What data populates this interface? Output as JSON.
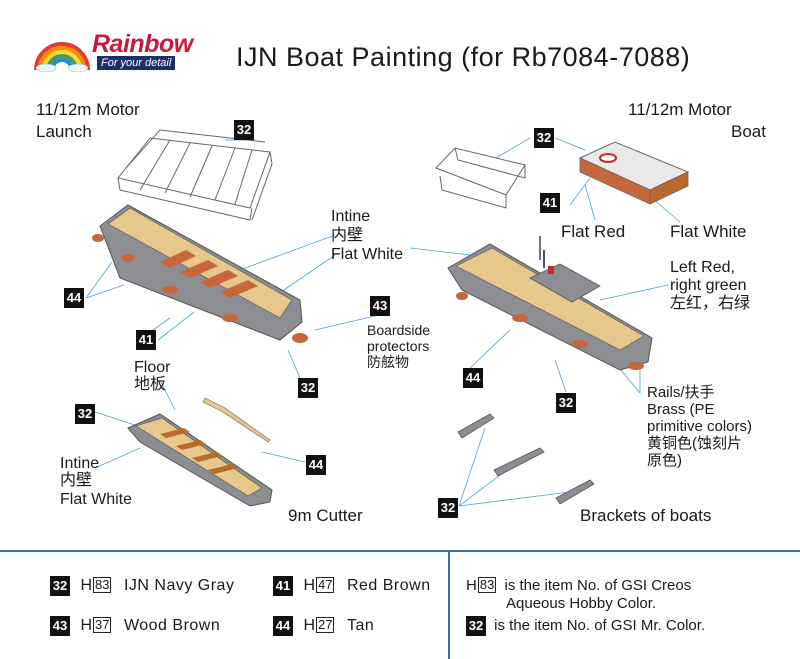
{
  "header": {
    "logo_word": "Rainbow",
    "logo_tagline": "For your detail",
    "title": "IJN Boat Painting (for Rb7084-7088)"
  },
  "boats": {
    "launch": {
      "title_1": "11/12m Motor",
      "title_2": "Launch"
    },
    "motor_boat": {
      "title_1": "11/12m Motor",
      "title_2": "Boat"
    },
    "cutter": {
      "title": "9m Cutter"
    },
    "brackets": {
      "title": "Brackets of boats"
    }
  },
  "callouts": {
    "intine_1": "Intine",
    "intine_1_cn": "内壁",
    "flat_white_1": "Flat White",
    "flat_red": "Flat Red",
    "flat_white_2": "Flat White",
    "left_red": "Left Red,",
    "right_green": "right green",
    "left_right_cn": "左红，右绿",
    "boardside_1": "Boardside",
    "boardside_2": "protectors",
    "boardside_cn": "防舷物",
    "floor": "Floor",
    "floor_cn": "地板",
    "intine_2": "Intine",
    "intine_2_cn": "内壁",
    "flat_white_3": "Flat White",
    "rails_1": "Rails/扶手",
    "rails_2": "Brass (PE",
    "rails_3": "primitive colors)",
    "rails_cn_1": "黄铜色(蚀刻片",
    "rails_cn_2": "原色)"
  },
  "badges": {
    "b32": "32",
    "b41": "41",
    "b43": "43",
    "b44": "44"
  },
  "legend": {
    "rows": [
      {
        "num": "32",
        "h": "83",
        "name": "IJN Navy Gray"
      },
      {
        "num": "41",
        "h": "47",
        "name": "Red Brown"
      },
      {
        "num": "43",
        "h": "37",
        "name": "Wood Brown"
      },
      {
        "num": "44",
        "h": "27",
        "name": "Tan"
      }
    ],
    "h_prefix": "H",
    "note_h_num": "83",
    "note_h_1": "is the item No. of GSI Creos",
    "note_h_2": "Aqueous Hobby Color.",
    "note_num": "32",
    "note_num_text": "is the item No. of GSI Mr. Color."
  },
  "colors": {
    "navy_gray": "#8d8e93",
    "red_brown": "#c7663a",
    "wood_brown": "#b86a2a",
    "tan": "#e6c98a",
    "divider_blue": "#3b6fb5"
  }
}
